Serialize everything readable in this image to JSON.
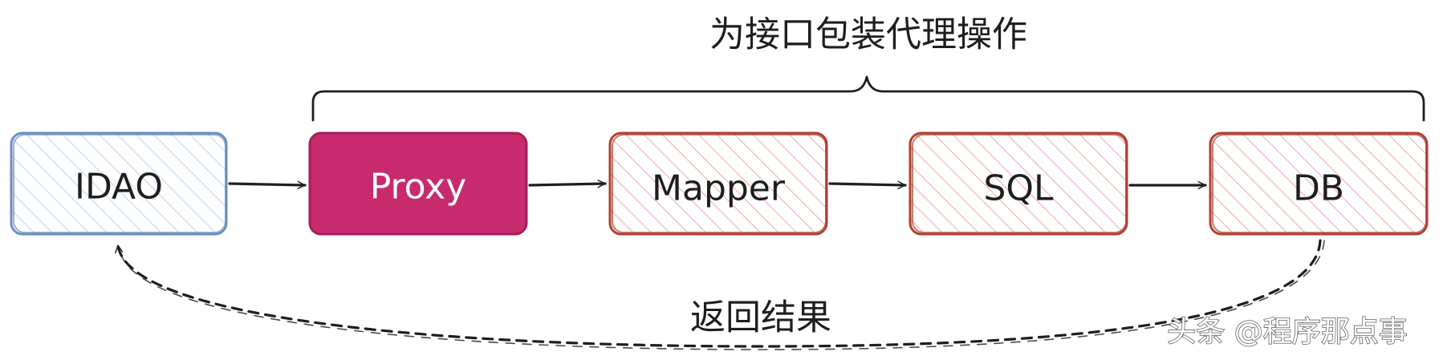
{
  "diagram": {
    "brace_label": "为接口包装代理操作",
    "return_label": "返回结果",
    "watermark": "头条 @程序那点事",
    "nodes": [
      {
        "id": "idao",
        "label": "IDAO",
        "style": "blue-hatched",
        "stroke": "#6c8ebf",
        "fill": "#dae8fc",
        "text_color": "#1e1e1e"
      },
      {
        "id": "proxy",
        "label": "Proxy",
        "style": "solid",
        "stroke": "#a51d5a",
        "fill": "#c72b6e",
        "text_color": "#ffffff"
      },
      {
        "id": "mapper",
        "label": "Mapper",
        "style": "red-hatched",
        "stroke": "#ae4132",
        "fill": "#f8cecc",
        "text_color": "#1e1e1e"
      },
      {
        "id": "sql",
        "label": "SQL",
        "style": "red-hatched",
        "stroke": "#ae4132",
        "fill": "#f8cecc",
        "text_color": "#1e1e1e"
      },
      {
        "id": "db",
        "label": "DB",
        "style": "red-hatched",
        "stroke": "#ae4132",
        "fill": "#f8cecc",
        "text_color": "#1e1e1e"
      }
    ],
    "edges": [
      {
        "from": "idao",
        "to": "proxy",
        "style": "solid"
      },
      {
        "from": "proxy",
        "to": "mapper",
        "style": "solid"
      },
      {
        "from": "mapper",
        "to": "sql",
        "style": "solid"
      },
      {
        "from": "sql",
        "to": "db",
        "style": "solid"
      },
      {
        "from": "db",
        "to": "idao",
        "style": "dashed"
      }
    ]
  }
}
